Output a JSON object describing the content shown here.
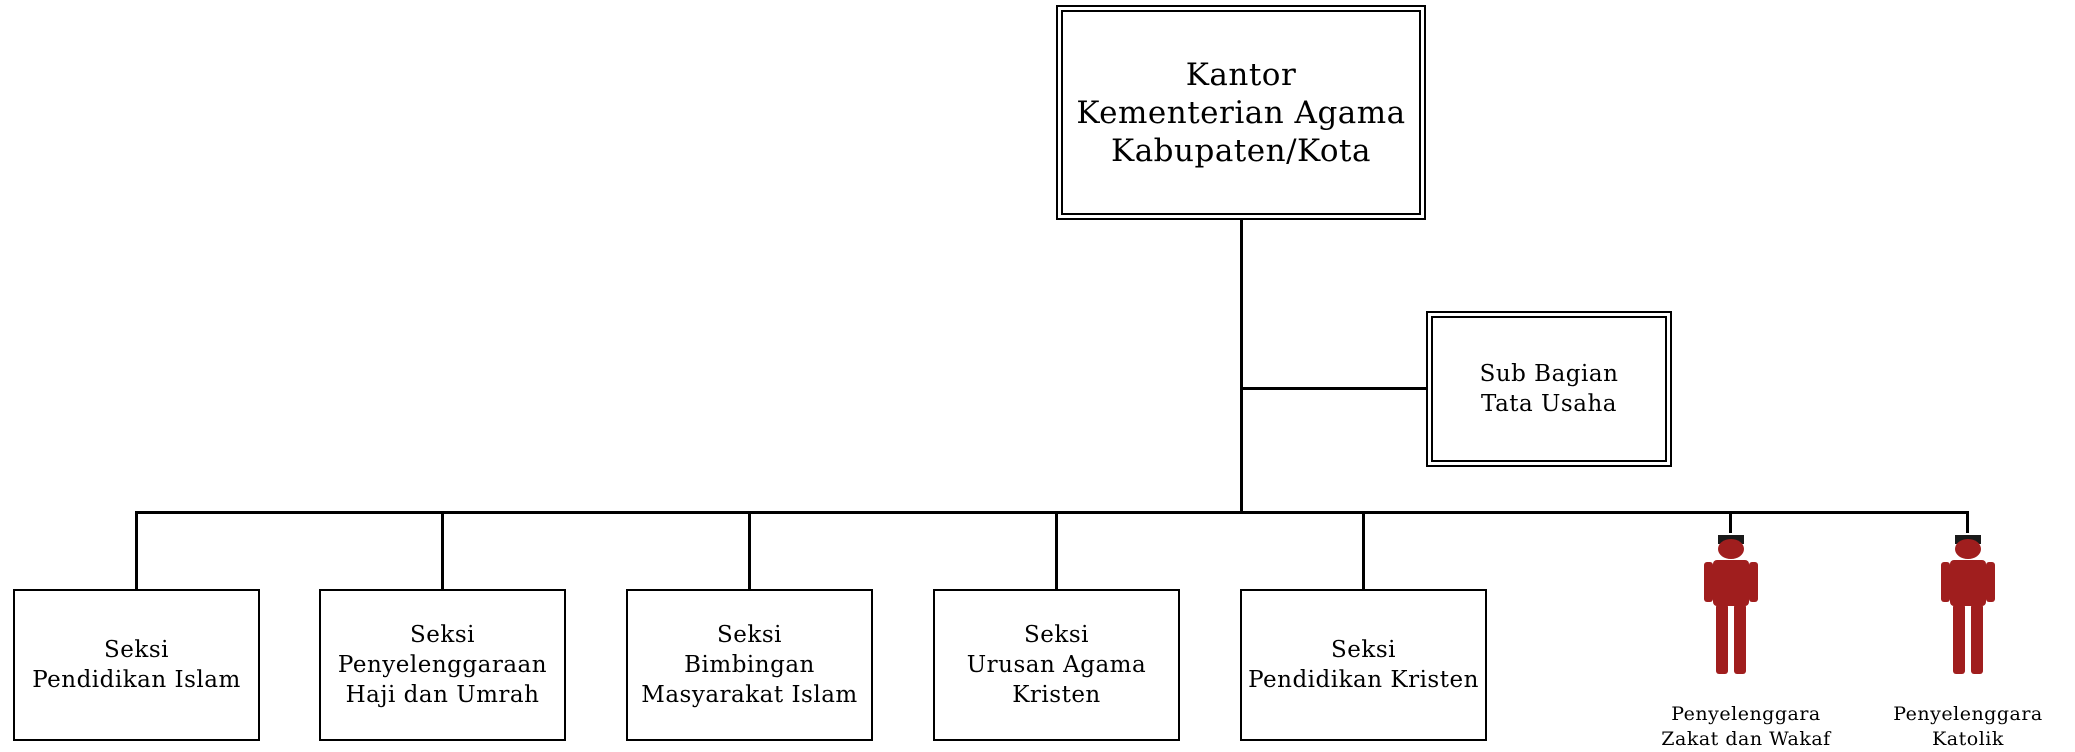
{
  "top": {
    "lines": [
      "Kantor",
      "Kementerian Agama",
      "Kabupaten/Kota"
    ]
  },
  "sub": {
    "lines": [
      "Sub Bagian",
      "Tata Usaha"
    ]
  },
  "sections": [
    {
      "lines": [
        "Seksi",
        "Pendidikan Islam"
      ]
    },
    {
      "lines": [
        "Seksi",
        "Penyelenggaraan",
        "Haji dan Umrah"
      ]
    },
    {
      "lines": [
        "Seksi",
        "Bimbingan",
        "Masyarakat Islam"
      ]
    },
    {
      "lines": [
        "Seksi",
        "Urusan Agama",
        "Kristen"
      ]
    },
    {
      "lines": [
        "Seksi",
        "Pendidikan Kristen"
      ]
    }
  ],
  "persons": [
    {
      "icon": "person-icon",
      "lines": [
        "Penyelenggara",
        "Zakat dan Wakaf"
      ]
    },
    {
      "icon": "person-icon",
      "lines": [
        "Penyelenggara",
        "Katolik"
      ]
    }
  ],
  "colors": {
    "line": "#000000",
    "person_body": "#a01e1e",
    "person_head_band": "#1a1a1a"
  }
}
